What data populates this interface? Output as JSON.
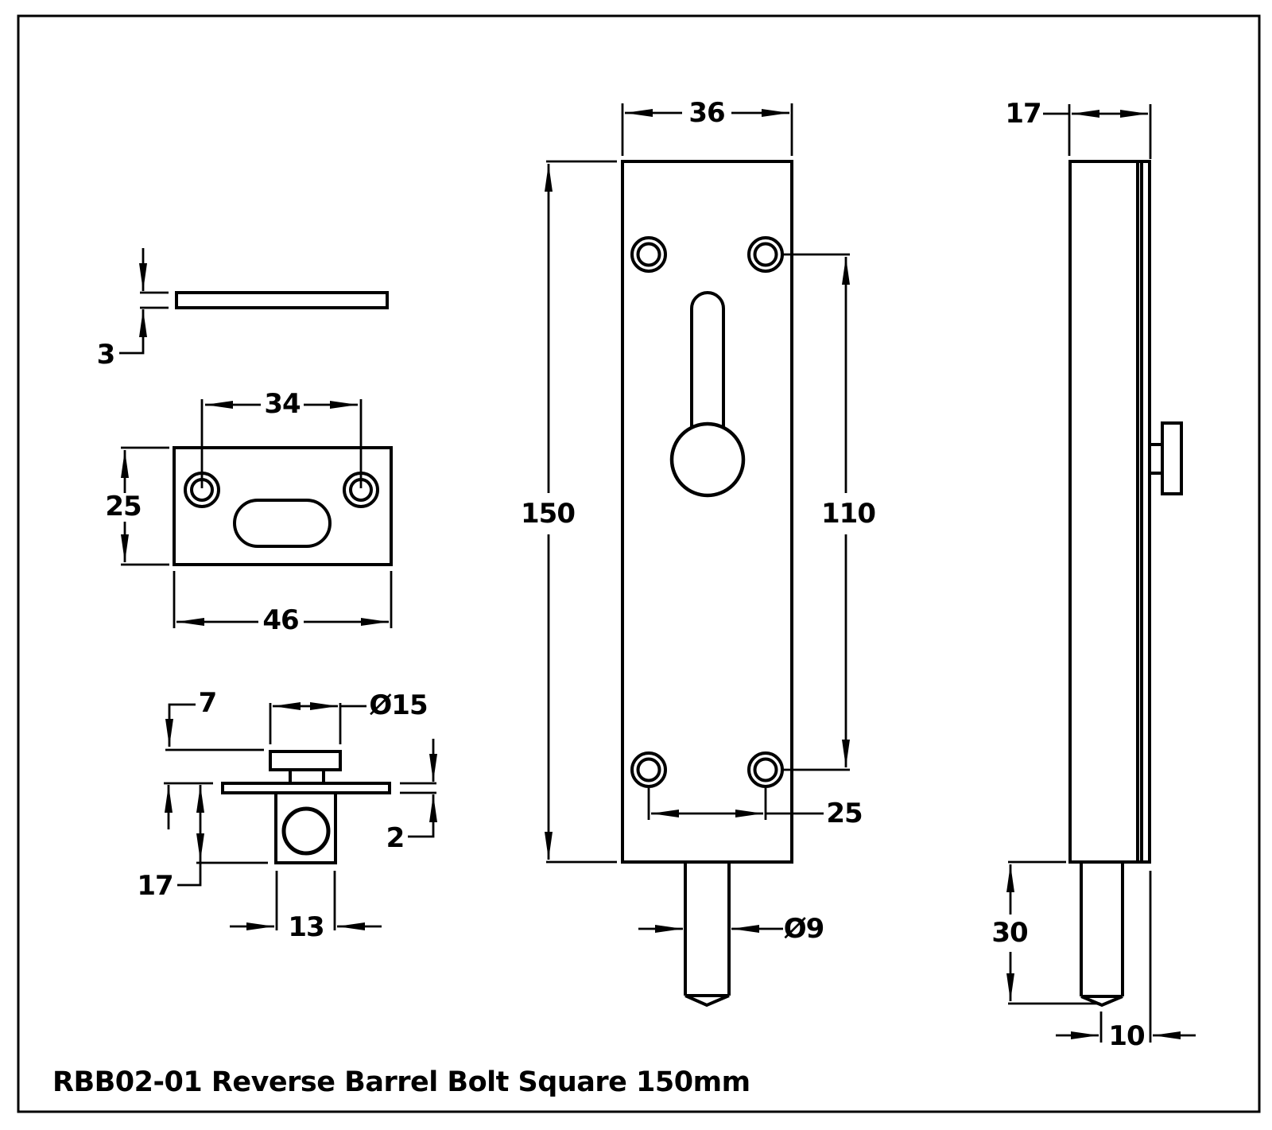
{
  "title": "RBB02-01 Reverse Barrel Bolt Square 150mm",
  "colors": {
    "line": "#000000",
    "background": "#ffffff"
  },
  "drawing": {
    "keep_plate_side_view": {
      "thickness": "3"
    },
    "keep_plate_front_view": {
      "hole_spacing": "34",
      "height": "25",
      "width": "46"
    },
    "knob_section_view": {
      "knob_height": "7",
      "knob_diameter": "Ø15",
      "plate_thickness": "2",
      "guide_depth": "17",
      "guide_width": "13"
    },
    "front_view": {
      "width": "36",
      "height": "150",
      "hole_spacing_vertical": "110",
      "hole_spacing_horizontal": "25",
      "bolt_diameter": "Ø9"
    },
    "side_view": {
      "depth": "17",
      "bolt_projection": "30",
      "bolt_center_offset": "10"
    }
  }
}
